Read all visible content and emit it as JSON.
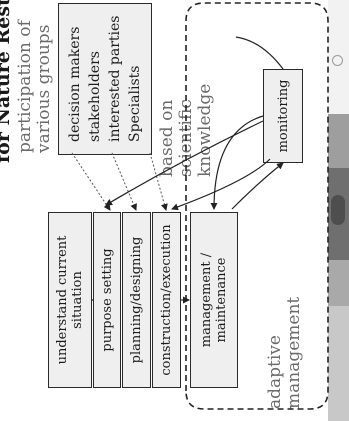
{
  "title": "for Nature Restoration",
  "participation_label": [
    "participation of",
    "various groups"
  ],
  "scientific_label": [
    "based on",
    "scientific",
    "knowledge"
  ],
  "adaptive_label": [
    "adaptive",
    "management"
  ],
  "groups": [
    "decision makers",
    "stakeholders",
    "interested parties",
    "Specialists"
  ],
  "process_steps": [
    "understand current situation",
    "purpose setting",
    "planning/designing",
    "construction/execution",
    "management / maintenance"
  ],
  "monitoring": "monitoring"
}
